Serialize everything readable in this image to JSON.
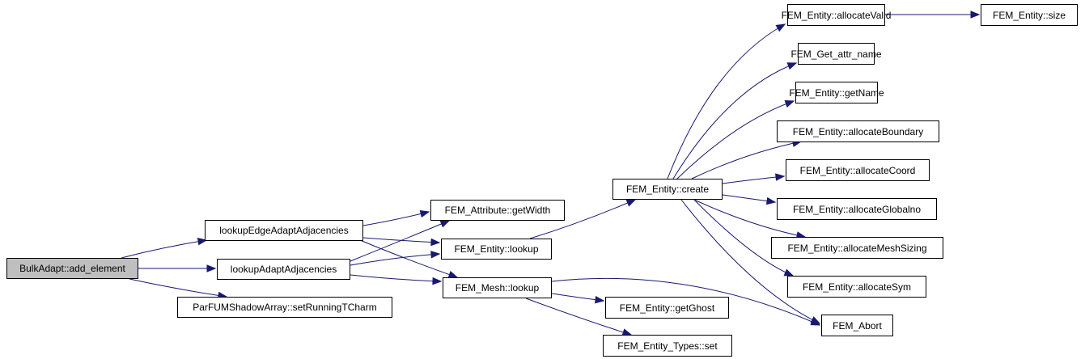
{
  "graph": {
    "title": "Call graph for BulkAdapt::add_element",
    "edge_color": "#191970",
    "root_fill": "#bfbfbf",
    "nodes": [
      {
        "id": "add_element",
        "label": "BulkAdapt::add_element",
        "root": true
      },
      {
        "id": "lookupEdge",
        "label": "lookupEdgeAdaptAdjacencies"
      },
      {
        "id": "lookupAdapt",
        "label": "lookupAdaptAdjacencies"
      },
      {
        "id": "setRunning",
        "label": "ParFUMShadowArray::setRunningTCharm"
      },
      {
        "id": "getWidth",
        "label": "FEM_Attribute::getWidth"
      },
      {
        "id": "entLookup",
        "label": "FEM_Entity::lookup"
      },
      {
        "id": "meshLookup",
        "label": "FEM_Mesh::lookup"
      },
      {
        "id": "create",
        "label": "FEM_Entity::create"
      },
      {
        "id": "allocValid",
        "label": "FEM_Entity::allocateValid"
      },
      {
        "id": "size",
        "label": "FEM_Entity::size"
      },
      {
        "id": "getAttrName",
        "label": "FEM_Get_attr_name"
      },
      {
        "id": "getName",
        "label": "FEM_Entity::getName"
      },
      {
        "id": "allocBoundary",
        "label": "FEM_Entity::allocateBoundary"
      },
      {
        "id": "allocCoord",
        "label": "FEM_Entity::allocateCoord"
      },
      {
        "id": "allocGlobalno",
        "label": "FEM_Entity::allocateGlobalno"
      },
      {
        "id": "allocMeshSizing",
        "label": "FEM_Entity::allocateMeshSizing"
      },
      {
        "id": "allocSym",
        "label": "FEM_Entity::allocateSym"
      },
      {
        "id": "abort",
        "label": "FEM_Abort"
      },
      {
        "id": "getGhost",
        "label": "FEM_Entity::getGhost"
      },
      {
        "id": "typesSet",
        "label": "FEM_Entity_Types::set"
      }
    ],
    "edges": [
      {
        "from": "add_element",
        "to": "lookupEdge"
      },
      {
        "from": "add_element",
        "to": "lookupAdapt"
      },
      {
        "from": "add_element",
        "to": "setRunning"
      },
      {
        "from": "lookupEdge",
        "to": "getWidth"
      },
      {
        "from": "lookupEdge",
        "to": "entLookup"
      },
      {
        "from": "lookupEdge",
        "to": "meshLookup"
      },
      {
        "from": "lookupAdapt",
        "to": "getWidth"
      },
      {
        "from": "lookupAdapt",
        "to": "entLookup"
      },
      {
        "from": "lookupAdapt",
        "to": "meshLookup"
      },
      {
        "from": "entLookup",
        "to": "create"
      },
      {
        "from": "meshLookup",
        "to": "getGhost"
      },
      {
        "from": "meshLookup",
        "to": "typesSet"
      },
      {
        "from": "meshLookup",
        "to": "abort"
      },
      {
        "from": "create",
        "to": "allocValid"
      },
      {
        "from": "create",
        "to": "getAttrName"
      },
      {
        "from": "create",
        "to": "getName"
      },
      {
        "from": "create",
        "to": "allocBoundary"
      },
      {
        "from": "create",
        "to": "allocCoord"
      },
      {
        "from": "create",
        "to": "allocGlobalno"
      },
      {
        "from": "create",
        "to": "allocMeshSizing"
      },
      {
        "from": "create",
        "to": "allocSym"
      },
      {
        "from": "create",
        "to": "abort"
      },
      {
        "from": "allocValid",
        "to": "size"
      }
    ]
  }
}
